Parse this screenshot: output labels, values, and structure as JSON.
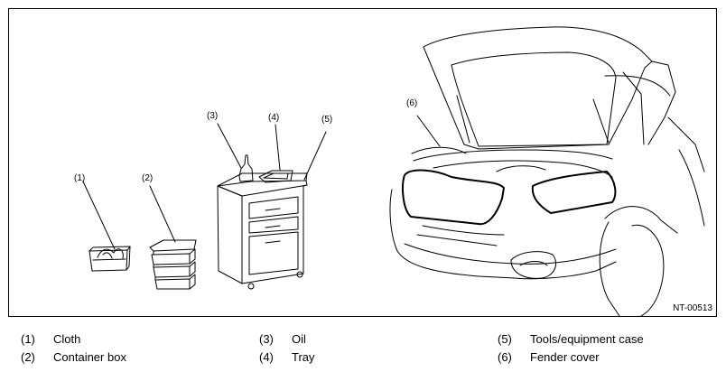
{
  "figure": {
    "code": "NT-00513",
    "callouts": [
      {
        "num": "(1)"
      },
      {
        "num": "(2)"
      },
      {
        "num": "(3)"
      },
      {
        "num": "(4)"
      },
      {
        "num": "(5)"
      },
      {
        "num": "(6)"
      }
    ]
  },
  "legend": [
    {
      "num": "(1)",
      "text": "Cloth"
    },
    {
      "num": "(2)",
      "text": "Container box"
    },
    {
      "num": "(3)",
      "text": "Oil"
    },
    {
      "num": "(4)",
      "text": "Tray"
    },
    {
      "num": "(5)",
      "text": "Tools/equipment case"
    },
    {
      "num": "(6)",
      "text": "Fender cover"
    }
  ]
}
